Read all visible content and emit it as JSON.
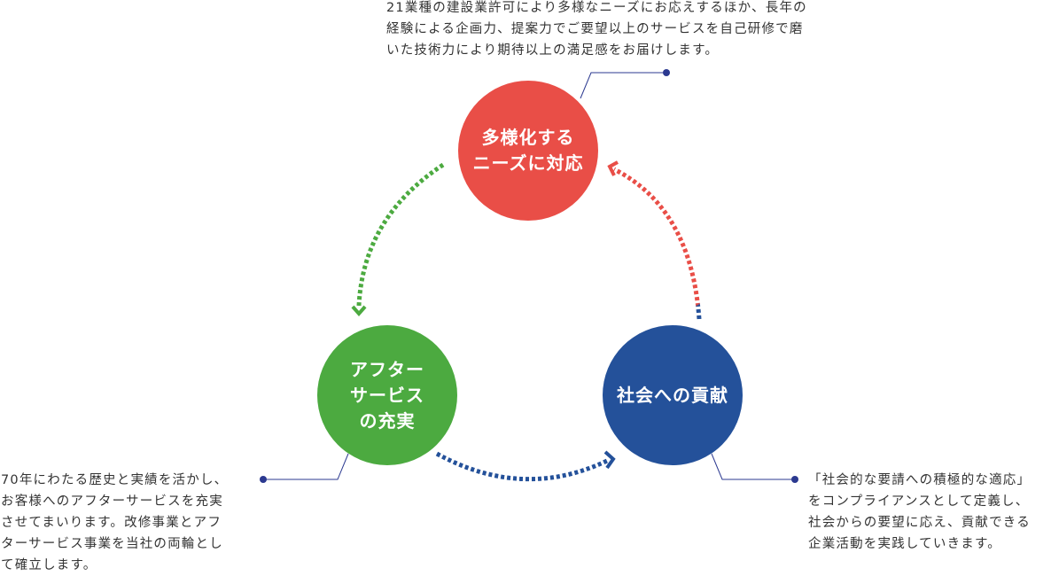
{
  "nodes": [
    {
      "id": "diversified-needs",
      "label": "多様化する\nニーズに対応",
      "color": "#e94e47",
      "description": "21業種の建設業許可により多様なニーズにお応えするほか、長年の\n経験による企画力、提案力でご要望以上のサービスを自己研修で磨\nいた技術力により期待以上の満足感をお届けします。"
    },
    {
      "id": "after-service",
      "label": "アフター\nサービス\nの充実",
      "color": "#4caa40",
      "description": "70年にわたる歴史と実績を活かし、\nお客様へのアフターサービスを充実\nさせてまいります。改修事業とアフ\nターサービス事業を当社の両輪とし\nて確立します。"
    },
    {
      "id": "social-contribution",
      "label": "社会への貢献",
      "color": "#24519a",
      "description": "「社会的な要請への積極的な適応」\nをコンプライアンスとして定義し、\n社会からの要望に応え、貢献できる\n企業活動を実践していきます。"
    }
  ],
  "leader_color": "#2b3990",
  "dot_color": "#2b3990"
}
